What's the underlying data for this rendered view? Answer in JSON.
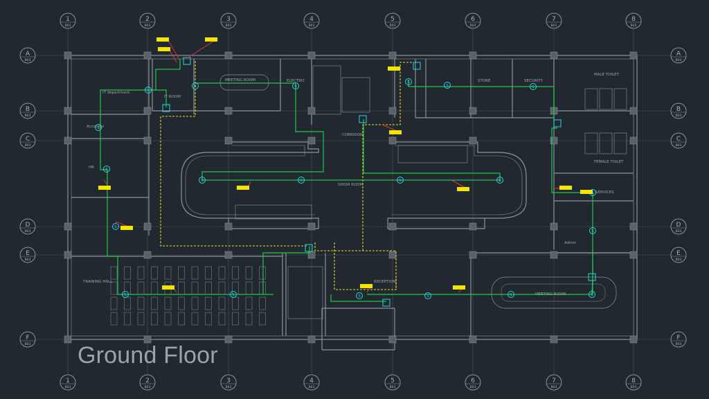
{
  "title": "Ground Floor",
  "grid": {
    "columns": [
      {
        "num": "1",
        "sub": "B03"
      },
      {
        "num": "2",
        "sub": "B03"
      },
      {
        "num": "3",
        "sub": "B03"
      },
      {
        "num": "4",
        "sub": "B03"
      },
      {
        "num": "5",
        "sub": "B03"
      },
      {
        "num": "6",
        "sub": "B03"
      },
      {
        "num": "7",
        "sub": "B03"
      },
      {
        "num": "8",
        "sub": "B03"
      }
    ],
    "rows": [
      {
        "letter": "A",
        "sub": "B03"
      },
      {
        "letter": "B",
        "sub": "B03"
      },
      {
        "letter": "C",
        "sub": "B03"
      },
      {
        "letter": "D",
        "sub": "B03"
      },
      {
        "letter": "E",
        "sub": "B03"
      },
      {
        "letter": "F",
        "sub": "B03"
      }
    ]
  },
  "rooms": {
    "meeting_room_top": "MEETING ROOM",
    "it_room": "IT ROOM",
    "it_department": "IT department",
    "electric": "ELECTRIC",
    "show_room": "SHOW ROOM",
    "corridor": "CORRIDOR",
    "male_toilet": "MALE TOILET",
    "female_toilet": "FEMALE TOILET",
    "services": "SERVICES",
    "admin": "Admin",
    "hr": "HR",
    "accounts": "Accounts",
    "training_hall": "TRAINING HALL",
    "reception": "RECEPTION",
    "meeting_room_bottom": "MEETING ROOM",
    "store": "STORE",
    "security": "SECURITY"
  },
  "device_symbol": "S",
  "colors": {
    "background": "#212830",
    "walls": "#8c939a",
    "grid_lines": "#4b535b",
    "network": "#1ec94a",
    "power": "#e3dc2a",
    "labels": "#f2e600",
    "leaders": "#e0343a",
    "devices": "#2ad4e0"
  }
}
